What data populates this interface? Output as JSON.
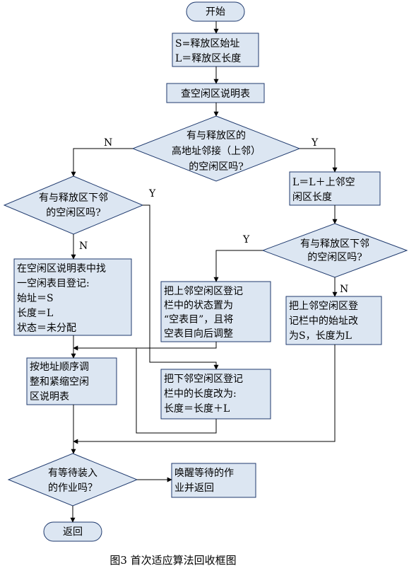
{
  "colors": {
    "fill": "#dce6f2",
    "stroke": "#1f3a6e",
    "line": "#000000",
    "label": "#000000"
  },
  "nodes": {
    "start": "开始",
    "set_s_l": [
      "S=释放区始址",
      "L＝释放区长度"
    ],
    "check_table": "查空闲区说明表",
    "q_upper": [
      "有与释放区的",
      "高地址邻接（上邻）",
      "的空闲区吗?"
    ],
    "upd_l": [
      "L＝L＋上邻空",
      "闲区长度"
    ],
    "q_lower_left": [
      "有与释放区下邻",
      "的空闲区吗?"
    ],
    "q_lower_right": [
      "有与释放区下邻",
      "的空闲区吗?"
    ],
    "new_entry": [
      "在空闲区说明表中找",
      "一空闲表目登记:",
      "始址＝S",
      "长度＝L",
      "状态＝未分配"
    ],
    "mark_empty": [
      "把上邻空闲区登记",
      "栏中的状态置为",
      "“空表目”，且将",
      "空表目向后调整"
    ],
    "change_addr": [
      "把上邻空闲区登",
      "记栏中的始址改",
      "为S，长度为L"
    ],
    "sort_compact": [
      "按地址顺序调",
      "整和紧缩空闲",
      "区说明表"
    ],
    "change_len": [
      "把下邻空闲区登记",
      "栏中的长度改为:",
      "长度＝长度＋L"
    ],
    "q_waiting": [
      "有等待装入",
      "的作业吗？"
    ],
    "wake": [
      "唤醒等待的作",
      "业并返回"
    ],
    "ret": "返回"
  },
  "labels": {
    "n_upper": "N",
    "y_upper": "Y",
    "y_lower_left": "Y",
    "n_lower_left": "N",
    "y_lower_right": "Y",
    "n_lower_right": "N"
  },
  "caption": "图3 首次适应算法回收框图"
}
